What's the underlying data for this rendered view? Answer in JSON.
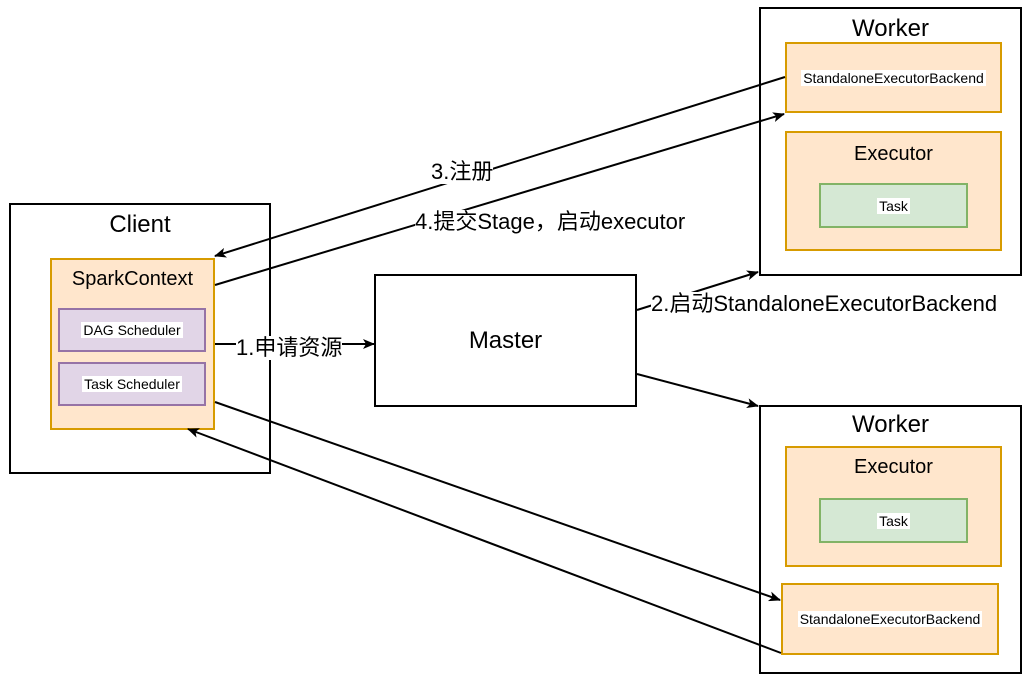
{
  "client": {
    "title": "Client",
    "spark_context": {
      "title": "SparkContext",
      "dag_scheduler": "DAG Scheduler",
      "task_scheduler": "Task Scheduler"
    }
  },
  "master": {
    "title": "Master"
  },
  "worker_top": {
    "title": "Worker",
    "backend": "StandaloneExecutorBackend",
    "executor": {
      "title": "Executor",
      "task": "Task"
    }
  },
  "worker_bottom": {
    "title": "Worker",
    "executor": {
      "title": "Executor",
      "task": "Task"
    },
    "backend": "StandaloneExecutorBackend"
  },
  "edges": {
    "request_resources": "1.申请资源",
    "start_backend": "2.启动StandaloneExecutorBackend",
    "register": "3.注册",
    "submit_stage": "4.提交Stage，启动executor"
  },
  "colors": {
    "orange_fill": "#ffe6cc",
    "orange_stroke": "#d79b00",
    "purple_fill": "#e1d5e7",
    "purple_stroke": "#9673a6",
    "green_fill": "#d5e8d4",
    "green_stroke": "#82b366"
  }
}
